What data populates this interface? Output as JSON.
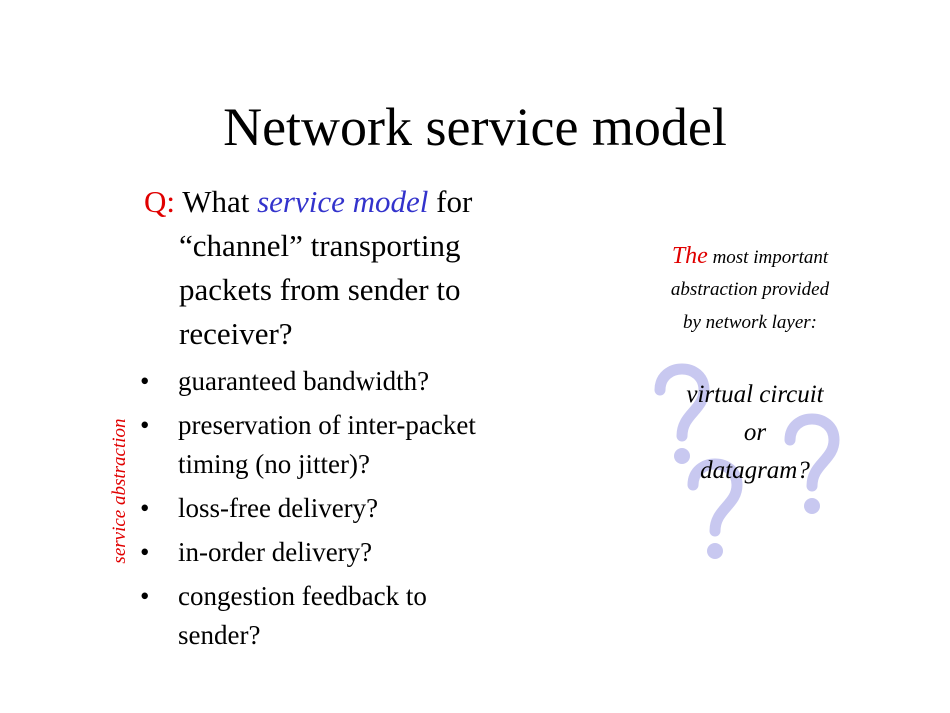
{
  "title": "Network service model",
  "question": {
    "prefix": "Q:",
    "text_before": "What",
    "emphasis": "service model",
    "text_after": "for",
    "lines": [
      "“channel” transporting",
      "packets from sender to",
      "receiver?"
    ]
  },
  "bullets": [
    {
      "lines": [
        "guaranteed bandwidth?"
      ]
    },
    {
      "lines": [
        "preservation of inter-packet",
        "timing (no jitter)?"
      ]
    },
    {
      "lines": [
        "loss-free delivery?"
      ]
    },
    {
      "lines": [
        "in-order delivery?"
      ]
    },
    {
      "lines": [
        "congestion feedback to",
        "sender?"
      ]
    }
  ],
  "bullet_symbol": "•",
  "side_label": "service abstraction",
  "note": {
    "the": "The",
    "line1": "most important",
    "line2": "abstraction provided",
    "line3": "by network layer:"
  },
  "answer": {
    "line1": "virtual circuit",
    "line2": "or",
    "line3": "datagram?"
  },
  "question_mark": "?",
  "colors": {
    "red": "#e00000",
    "blue": "#3333cc",
    "question_marks": "#c8c8f0"
  }
}
